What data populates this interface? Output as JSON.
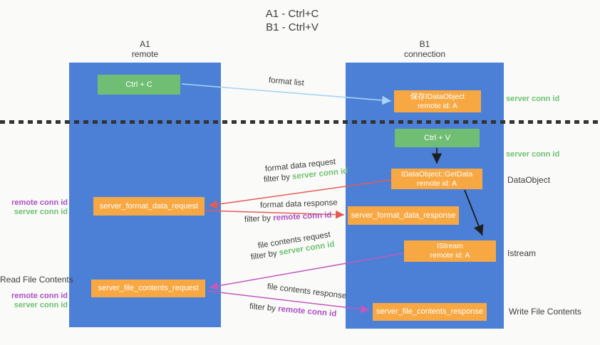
{
  "title": {
    "line1": "A1 - Ctrl+C",
    "line2": "B1 - Ctrl+V"
  },
  "lanes": {
    "a1": {
      "title": "A1",
      "subtitle": "remote"
    },
    "b1": {
      "title": "B1",
      "subtitle": "connection"
    }
  },
  "nodes": {
    "ctrl_c": {
      "label": "Ctrl + C"
    },
    "save_dataobject": {
      "line1": "保存IDataObject",
      "line2": "remote id: A"
    },
    "ctrl_v": {
      "label": "Ctrl + V"
    },
    "getdata": {
      "line1": "IDataObject::GetData",
      "line2": "remote id: A"
    },
    "format_request": {
      "label": "server_format_data_request"
    },
    "format_response": {
      "label": "server_format_data_response"
    },
    "istream": {
      "line1": "IStream",
      "line2": "remote id: A"
    },
    "file_request": {
      "label": "server_file_contents_request"
    },
    "file_response": {
      "label": "server_file_contents_response"
    }
  },
  "arrow_labels": {
    "format_list": "format list",
    "format_data_request": "format data request",
    "format_data_request_filter": {
      "prefix": "filter by ",
      "key": "server conn id"
    },
    "format_data_response": "format data response",
    "format_data_response_filter": {
      "prefix": "filter by ",
      "key": "remote conn id"
    },
    "file_contents_request": "file contents request",
    "file_contents_request_filter": {
      "prefix": "filter by ",
      "key": "server conn id"
    },
    "file_contents_response": "file contents response",
    "file_contents_response_filter": {
      "prefix": "filter by ",
      "key": "remote conn id"
    }
  },
  "side_labels": {
    "right": {
      "server_conn_id_1": "server conn id",
      "server_conn_id_2": "server conn id",
      "dataobject": "DataObject",
      "istream": "Istream",
      "write_file_contents": "Write File Contents"
    },
    "left": {
      "remote_conn_id_1": "remote conn id",
      "server_conn_id_1": "server conn id",
      "read_file_contents": "Read File Contents",
      "remote_conn_id_2": "remote conn id",
      "server_conn_id_2": "server conn id"
    }
  },
  "colors": {
    "lane_blue": "#4C80D6",
    "box_green": "#6FBE73",
    "box_orange": "#F7A843",
    "arrow_blue": "#A6D4F2",
    "arrow_red": "#E65A54",
    "arrow_magenta": "#C159BE",
    "arrow_black": "#1E1E1E",
    "text_green": "#6CC26E",
    "text_purple": "#AC4FC3",
    "text_gray": "#3D3D3D",
    "background": "#FAFAF9"
  }
}
